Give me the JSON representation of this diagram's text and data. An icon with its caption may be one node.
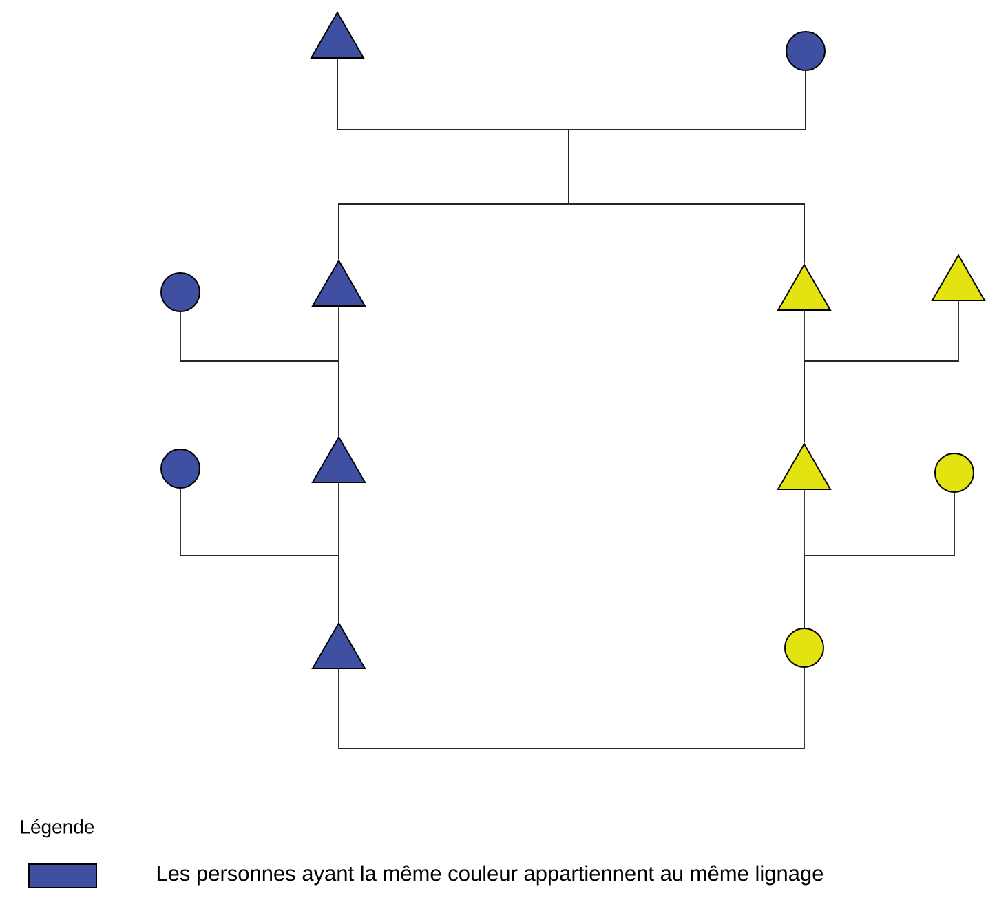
{
  "diagram": {
    "nodes": [
      {
        "text": [],
        "shape": "triangle"
      },
      {
        "text": [],
        "shape": "circle"
      },
      {
        "text": [],
        "shape": "circle"
      },
      {
        "text": [],
        "shape": "triangle"
      },
      {
        "text": [],
        "shape": "triangle"
      },
      {
        "text": [],
        "shape": "triangle"
      },
      {
        "text": [],
        "shape": "circle"
      },
      {
        "text": [],
        "shape": "triangle"
      },
      {
        "text": [],
        "shape": "triangle"
      },
      {
        "text": [],
        "shape": "circle"
      },
      {
        "text": [],
        "shape": "triangle"
      },
      {
        "text": [],
        "shape": "circle"
      }
    ],
    "edges": [
      {
        "from": 0,
        "to": 1,
        "arrow": "none"
      },
      {
        "from": 0,
        "to": 3,
        "arrow": "none"
      },
      {
        "from": 1,
        "to": 3,
        "arrow": "none"
      },
      {
        "from": 0,
        "to": 4,
        "arrow": "none"
      },
      {
        "from": 1,
        "to": 4,
        "arrow": "none"
      },
      {
        "from": 2,
        "to": 7,
        "arrow": "none"
      },
      {
        "from": 3,
        "to": 7,
        "arrow": "none"
      },
      {
        "from": 6,
        "to": 10,
        "arrow": "none"
      },
      {
        "from": 7,
        "to": 10,
        "arrow": "none"
      },
      {
        "from": 5,
        "to": 8,
        "arrow": "none"
      },
      {
        "from": 4,
        "to": 8,
        "arrow": "none"
      },
      {
        "from": 9,
        "to": 11,
        "arrow": "none"
      },
      {
        "from": 8,
        "to": 11,
        "arrow": "none"
      },
      {
        "from": 10,
        "to": 11,
        "arrow": "none"
      }
    ],
    "labels": [
      "Légende"
    ],
    "legend": [
      {
        "text": "Les personnes ayant la même couleur appartiennent au même lignage",
        "color": "#3f4fa1"
      }
    ]
  }
}
